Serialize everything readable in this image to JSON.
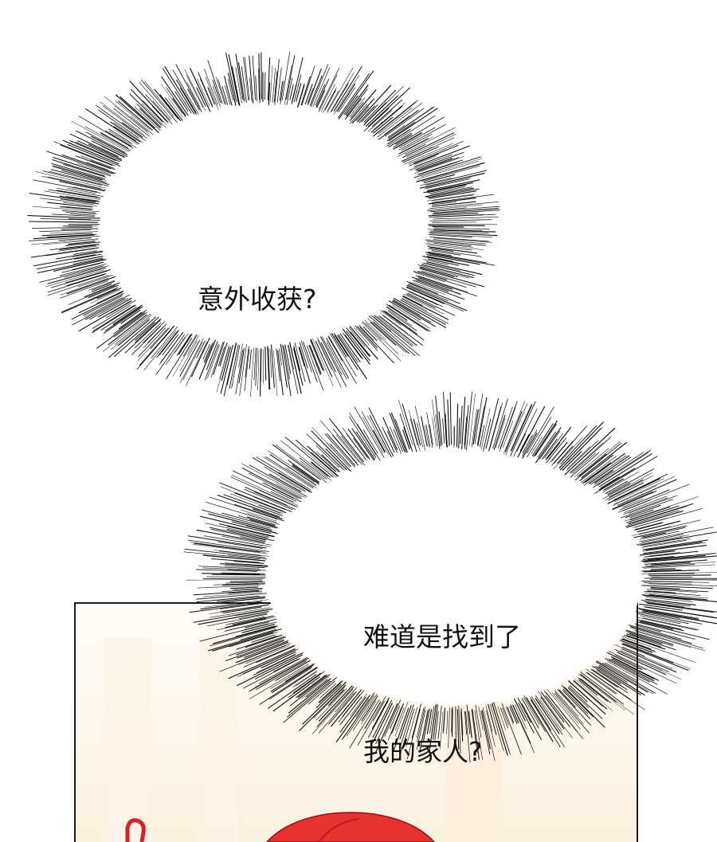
{
  "bubbles": [
    {
      "lines": [
        "意外收获?"
      ]
    },
    {
      "lines": [
        "难道是找到了",
        "我的家人?"
      ]
    }
  ],
  "colors": {
    "background": "#ffffff",
    "burst_lines": "#111111",
    "panel_border": "#1a1a1a",
    "panel_fill_top": "#fffdf8",
    "panel_fill_bottom": "#fbf0de",
    "hair_red": "#e8322f",
    "ribbon_red": "#d91f2a"
  }
}
